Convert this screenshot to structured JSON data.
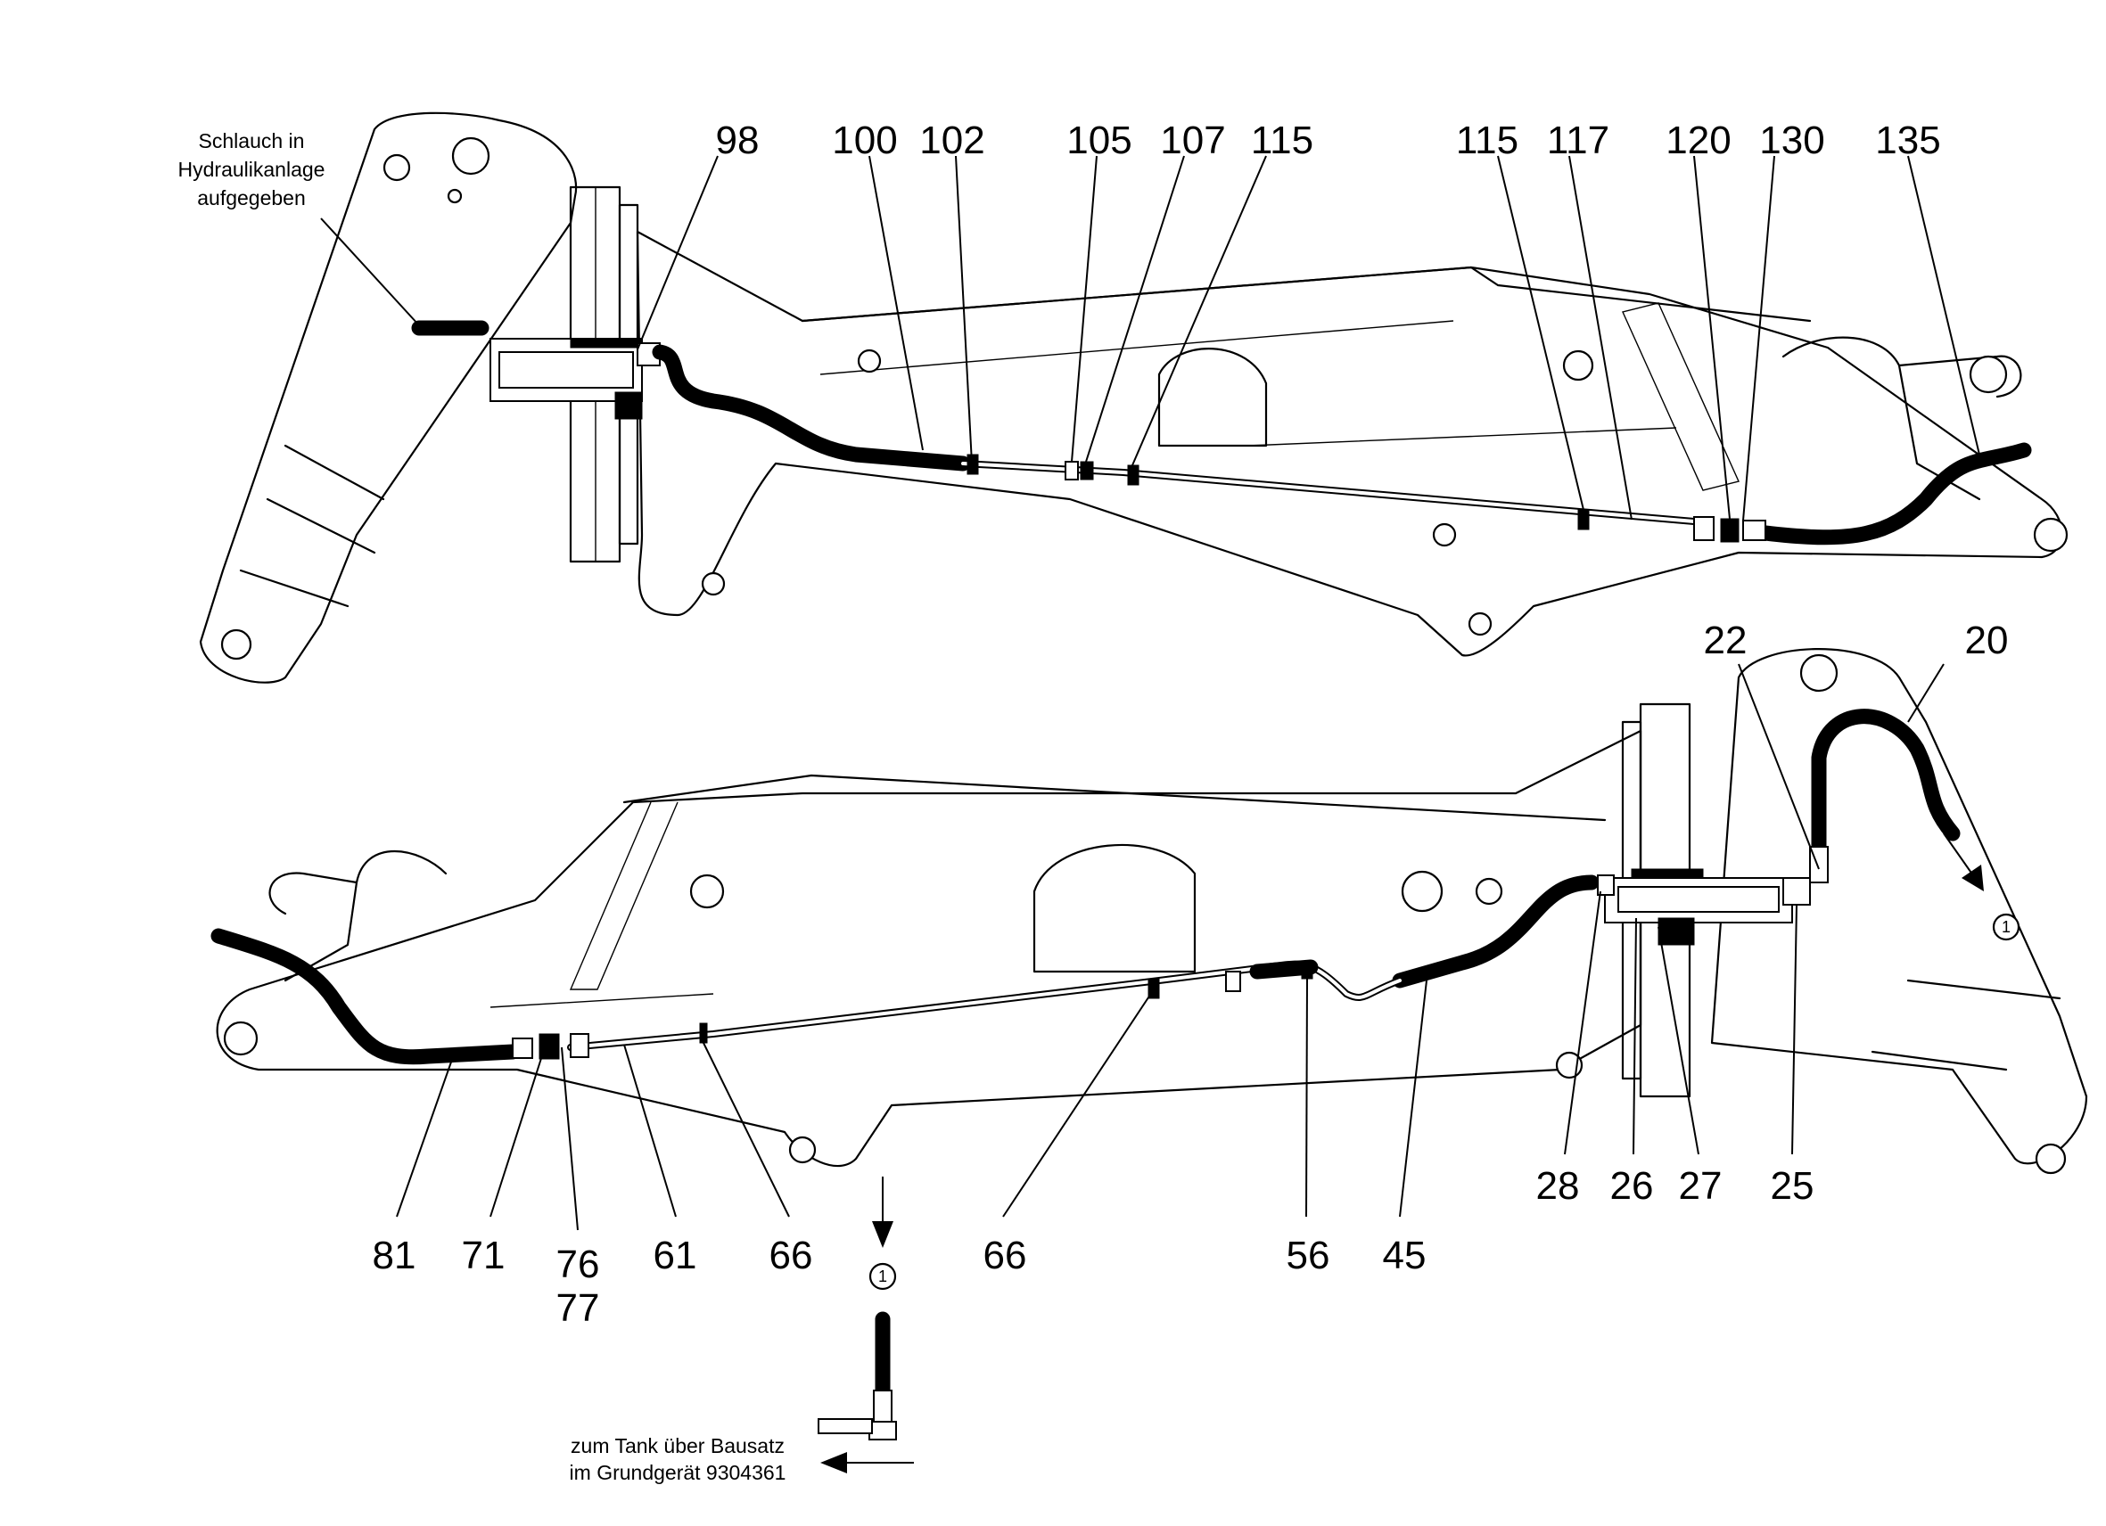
{
  "notes": {
    "hose_note": [
      "Schlauch in",
      "Hydraulikanlage",
      "aufgegeben"
    ],
    "tank_note": [
      "zum Tank über Bausatz",
      "im Grundgerät 9304361"
    ]
  },
  "connection_marker": "1",
  "upper_view": {
    "callouts": [
      "98",
      "100",
      "102",
      "105",
      "107",
      "115",
      "115",
      "117",
      "120",
      "130",
      "135"
    ]
  },
  "lower_view": {
    "callouts_top": [
      "22",
      "20"
    ],
    "callouts_bottom": [
      "81",
      "71",
      "76",
      "77",
      "61",
      "66",
      "66",
      "56",
      "45",
      "28",
      "26",
      "27",
      "25"
    ]
  }
}
